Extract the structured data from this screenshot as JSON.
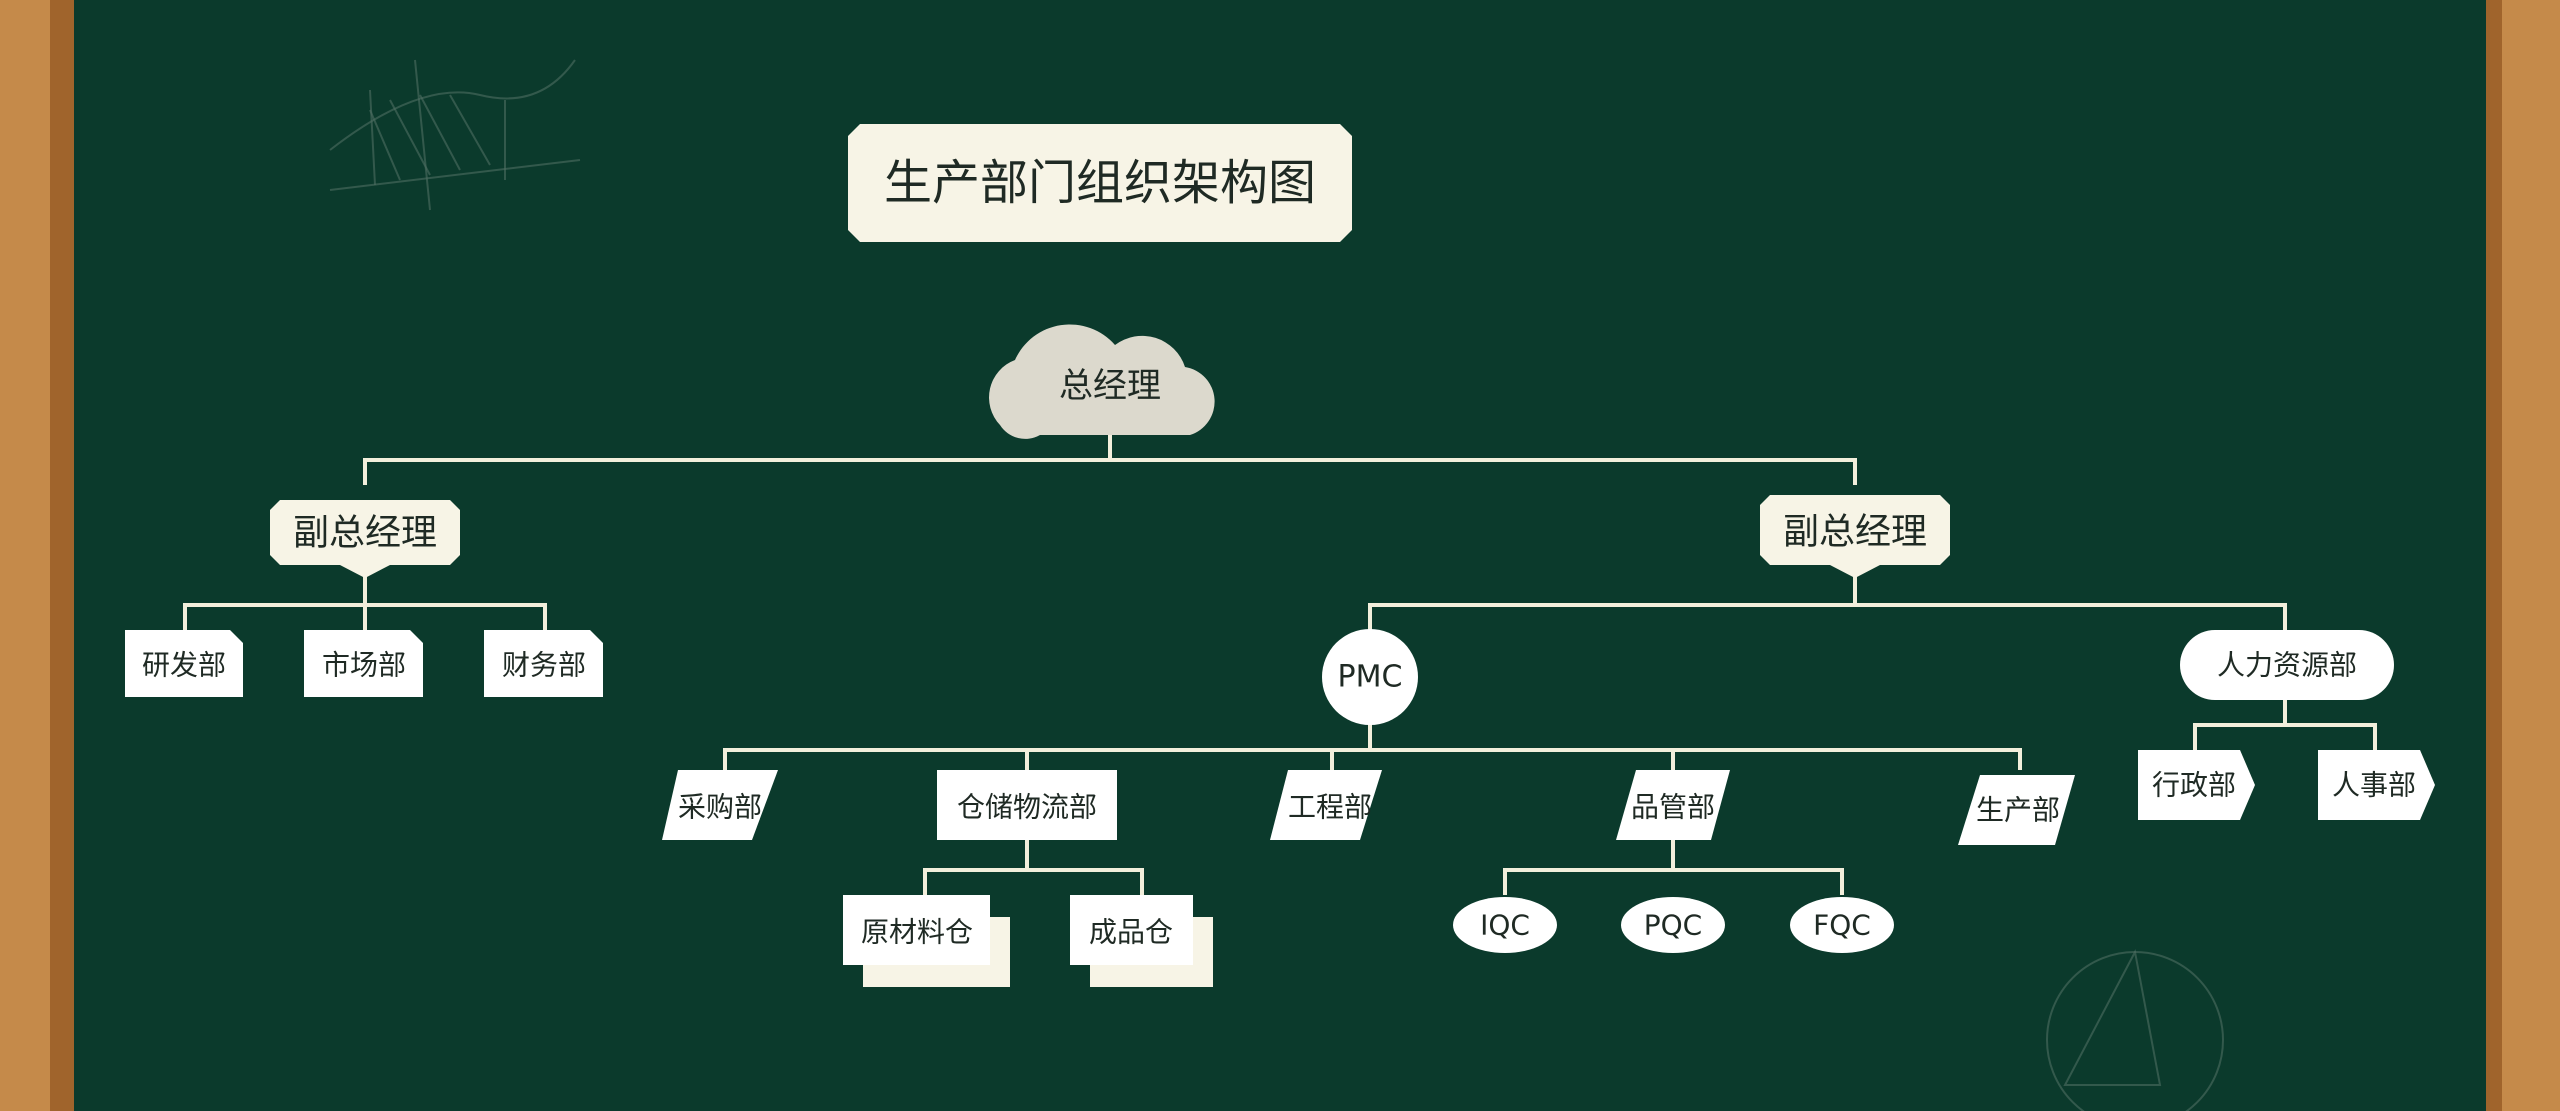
{
  "colors": {
    "board": "#0b3a2c",
    "frame": "#b97d3f",
    "node_fill": "#f7f4e6",
    "cloud_fill": "#dcd9cd",
    "connector": "#f3efdc"
  },
  "title": "生产部门组织架构图",
  "chart": {
    "root": "总经理",
    "left_vp": "副总经理",
    "right_vp": "副总经理",
    "left_depts": [
      "研发部",
      "市场部",
      "财务部"
    ],
    "pmc": "PMC",
    "hr": "人力资源部",
    "pmc_depts": [
      "采购部",
      "仓储物流部",
      "工程部",
      "品管部",
      "生产部"
    ],
    "warehouse_children": [
      "原材料仓",
      "成品仓"
    ],
    "qc_children": [
      "IQC",
      "PQC",
      "FQC"
    ],
    "hr_children": [
      "行政部",
      "人事部"
    ]
  }
}
